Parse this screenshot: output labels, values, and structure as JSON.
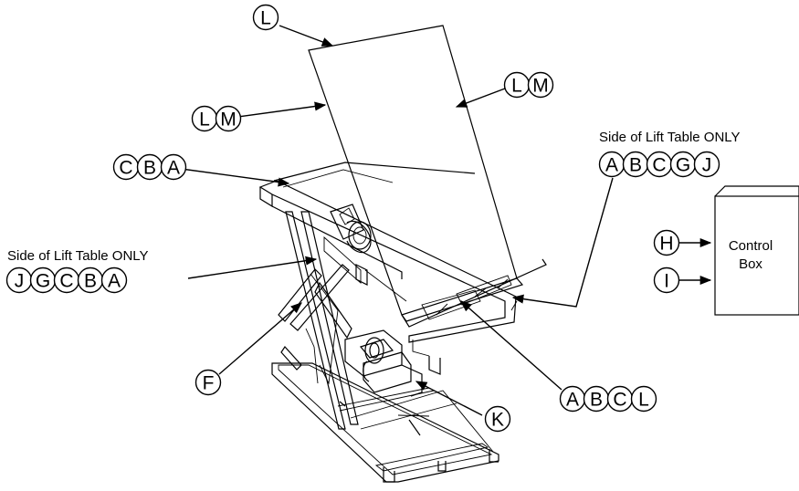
{
  "notes": {
    "right": "Side of Lift Table ONLY",
    "left": "Side of Lift Table ONLY"
  },
  "control_box": {
    "line1": "Control",
    "line2": "Box"
  },
  "callouts": {
    "top": [
      "L"
    ],
    "left_mid": [
      "L",
      "M"
    ],
    "right_mid": [
      "L",
      "M"
    ],
    "upper_left": [
      "C",
      "B",
      "A"
    ],
    "right_group": [
      "A",
      "B",
      "C",
      "G",
      "J"
    ],
    "left_group": [
      "J",
      "G",
      "C",
      "B",
      "A"
    ],
    "f": [
      "F"
    ],
    "bottom_mid": [
      "A",
      "B",
      "C",
      "L"
    ],
    "k": [
      "K"
    ],
    "h": [
      "H"
    ],
    "i": [
      "I"
    ]
  }
}
